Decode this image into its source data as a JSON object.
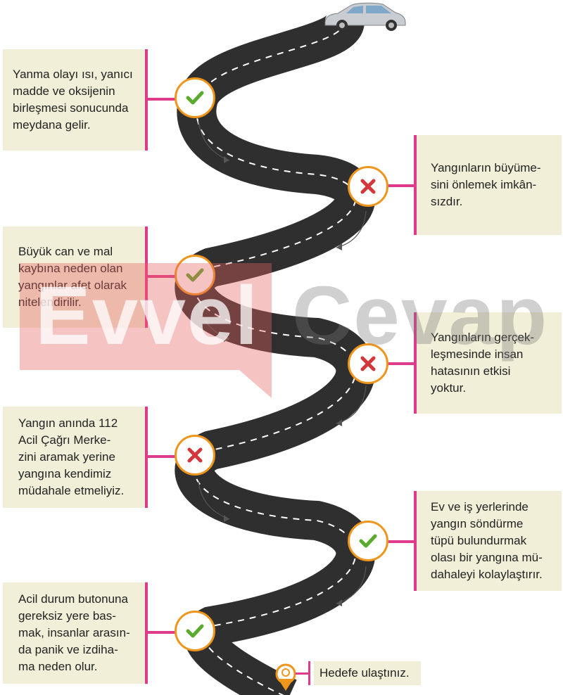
{
  "statements": [
    {
      "text": "Yanma olayı ısı, yanıcı\nmadde ve oksijenin\nbirleşmesi sonucunda\nmeydana gelir.",
      "mark": "check"
    },
    {
      "text": "Yangınların büyüme-\nsini önlemek imkân-\nsızdır.",
      "mark": "cross"
    },
    {
      "text": "Büyük can ve mal\nkaybına neden olan\nyangınlar afet olarak\nnitelendirilir.",
      "mark": "check"
    },
    {
      "text": "Yangınların gerçek-\nleşmesinde insan\nhatasının etkisi\nyoktur.",
      "mark": "cross"
    },
    {
      "text": "Yangın anında 112\nAcil Çağrı Merke-\nzini aramak yerine\nyangına kendimiz\nmüdahale etmeliyiz.",
      "mark": "cross"
    },
    {
      "text": "Ev ve iş yerlerinde\nyangın söndürme\ntüpü bulundurmak\nolası bir yangına mü-\ndahaleyi kolaylaştırır.",
      "mark": "check"
    },
    {
      "text": "Acil durum butonuna\ngereksiz yere bas-\nmak, insanlar arasın-\nda panik ve izdiha-\nma neden olur.",
      "mark": "check"
    }
  ],
  "goal": "Hedefe ulaştınız.",
  "watermark": {
    "word1": "Evvel",
    "word2": "Cevap"
  },
  "colors": {
    "check": "#5aaa2e",
    "cross": "#d3373b",
    "ring": "#f0951c",
    "connector": "#e03a8c",
    "box": "#f1efd8",
    "road": "#2f2f2f"
  }
}
